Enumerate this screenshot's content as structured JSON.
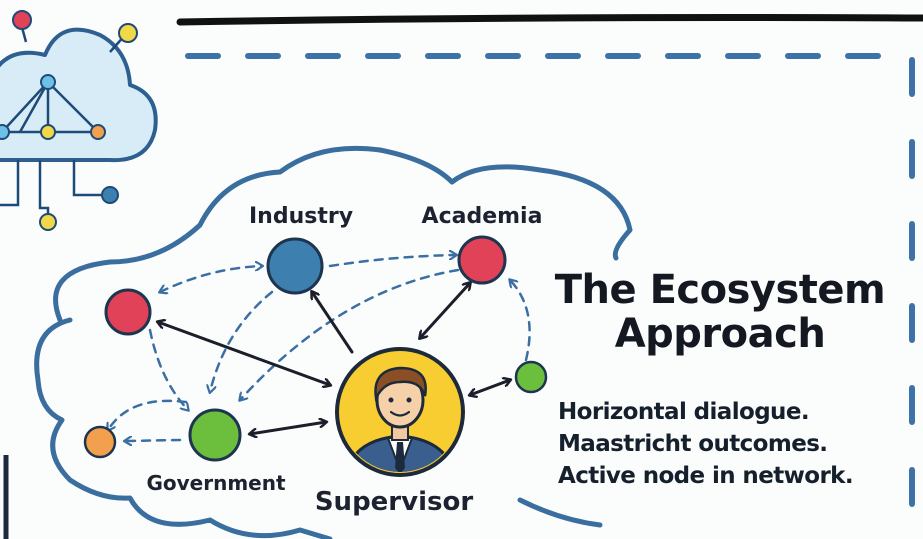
{
  "title": {
    "line1": "The Ecosystem",
    "line2": "Approach"
  },
  "notes": [
    "Horizontal dialogue.",
    "Maastricht outcomes.",
    "Active node in network."
  ],
  "nodes": {
    "industry": {
      "label": "Industry",
      "color": "#3d7fae"
    },
    "academia": {
      "label": "Academia",
      "color": "#e14257"
    },
    "government": {
      "label": "Government",
      "color": "#6cbf3c"
    },
    "supervisor": {
      "label": "Supervisor",
      "color": "#f7cd32"
    }
  },
  "colors": {
    "outline": "#3a6e9e",
    "frame_dash": "#3c72a6",
    "node_red": "#e14257",
    "node_green": "#6cbf3c",
    "node_orange": "#f3a04e",
    "node_yellow": "#f1d848",
    "node_blue": "#3d7fae"
  }
}
